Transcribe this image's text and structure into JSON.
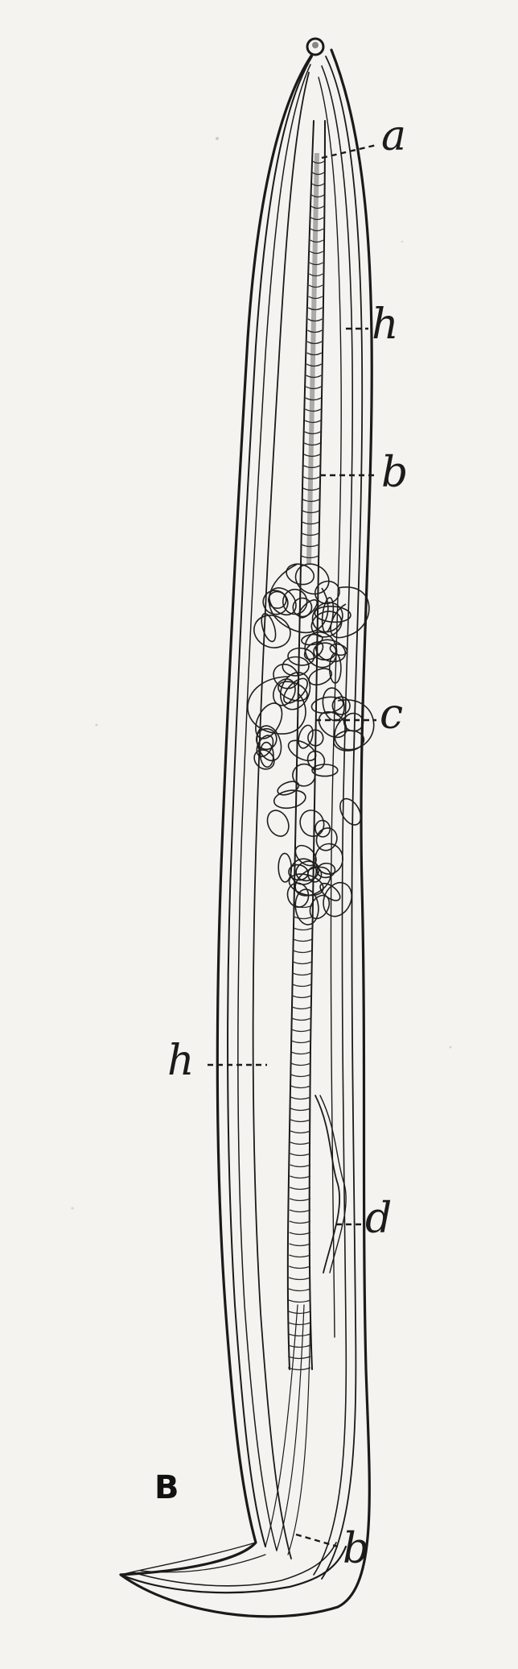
{
  "figure": {
    "panel_letter": "B",
    "labels": [
      {
        "id": "a",
        "text": "a"
      },
      {
        "id": "h-top",
        "text": "h"
      },
      {
        "id": "b-upper",
        "text": "b"
      },
      {
        "id": "c",
        "text": "c"
      },
      {
        "id": "h-lower",
        "text": "h"
      },
      {
        "id": "d",
        "text": "d"
      },
      {
        "id": "b-lower",
        "text": "b"
      }
    ]
  }
}
